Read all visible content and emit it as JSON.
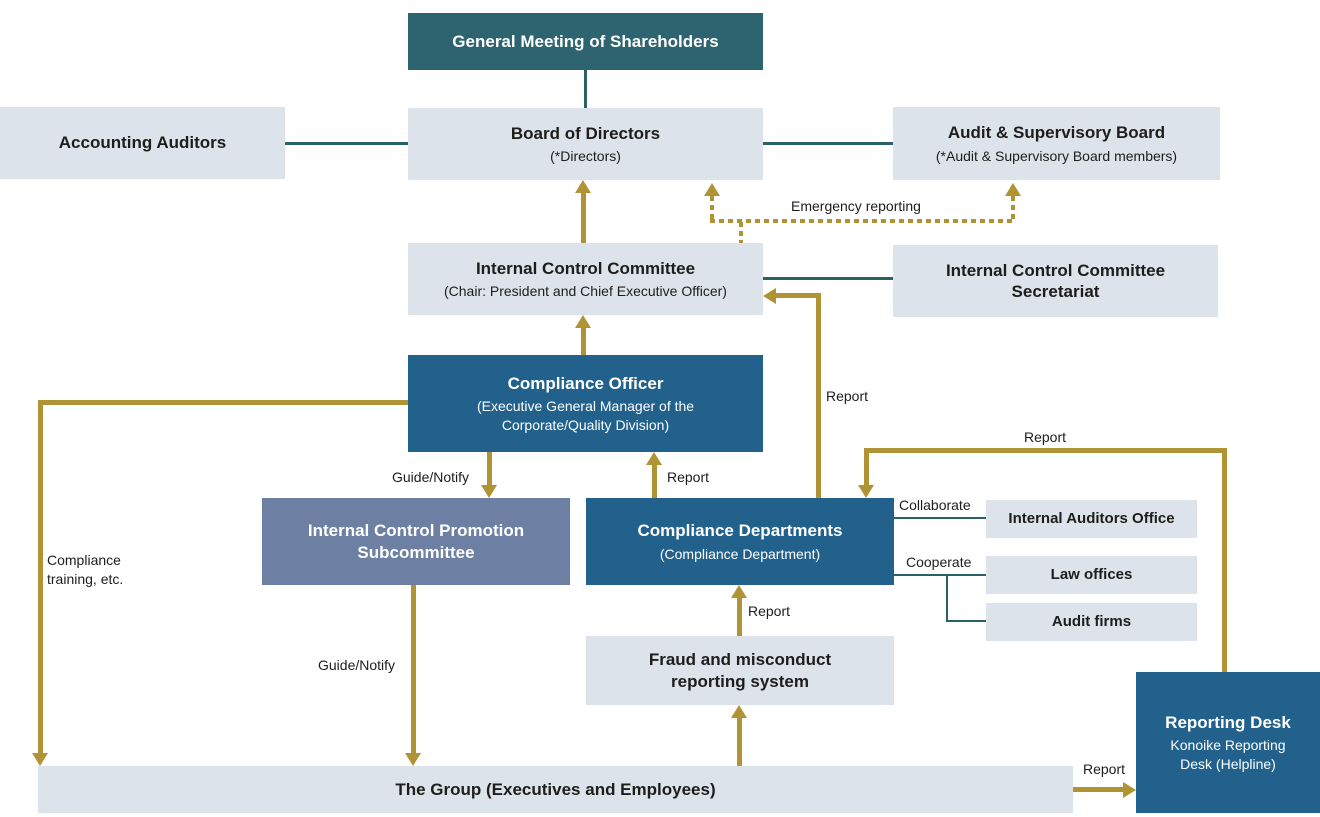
{
  "colors": {
    "teal_box": "#2E6470",
    "light_box": "#DCE3EB",
    "blue_box": "#21618C",
    "slate_box": "#6D80A4",
    "gold_arrow": "#B09334",
    "teal_line": "#2C6067",
    "text_dark": "#1D1D1B",
    "text_light": "#FFFFFF"
  },
  "nodes": {
    "general_meeting": {
      "title": "General Meeting of Shareholders"
    },
    "board_of_directors": {
      "title": "Board of Directors",
      "subtitle": "(*Directors)"
    },
    "accounting_auditors": {
      "title": "Accounting Auditors"
    },
    "audit_supervisory_board": {
      "title": "Audit & Supervisory Board",
      "subtitle": "(*Audit & Supervisory Board members)"
    },
    "internal_control_committee": {
      "title": "Internal Control Committee",
      "subtitle": "(Chair: President and Chief Executive Officer)"
    },
    "icc_secretariat": {
      "title": "Internal Control Committee Secretariat"
    },
    "compliance_officer": {
      "title": "Compliance Officer",
      "subtitle": "(Executive General Manager of the Corporate/Quality Division)"
    },
    "icp_subcommittee": {
      "title": "Internal Control Promotion Subcommittee"
    },
    "compliance_departments": {
      "title": "Compliance Departments",
      "subtitle": "(Compliance Department)"
    },
    "internal_auditors_office": {
      "title": "Internal Auditors Office"
    },
    "law_offices": {
      "title": "Law offices"
    },
    "audit_firms": {
      "title": "Audit firms"
    },
    "fraud_reporting_system": {
      "title": "Fraud and misconduct reporting system"
    },
    "the_group": {
      "title": "The Group (Executives and Employees)"
    },
    "reporting_desk": {
      "title": "Reporting Desk",
      "subtitle": "Konoike Reporting Desk (Helpline)"
    }
  },
  "labels": {
    "emergency_reporting": "Emergency reporting",
    "report": "Report",
    "guide_notify": "Guide/Notify",
    "collaborate": "Collaborate",
    "cooperate": "Cooperate",
    "compliance_training": "Compliance training, etc."
  }
}
